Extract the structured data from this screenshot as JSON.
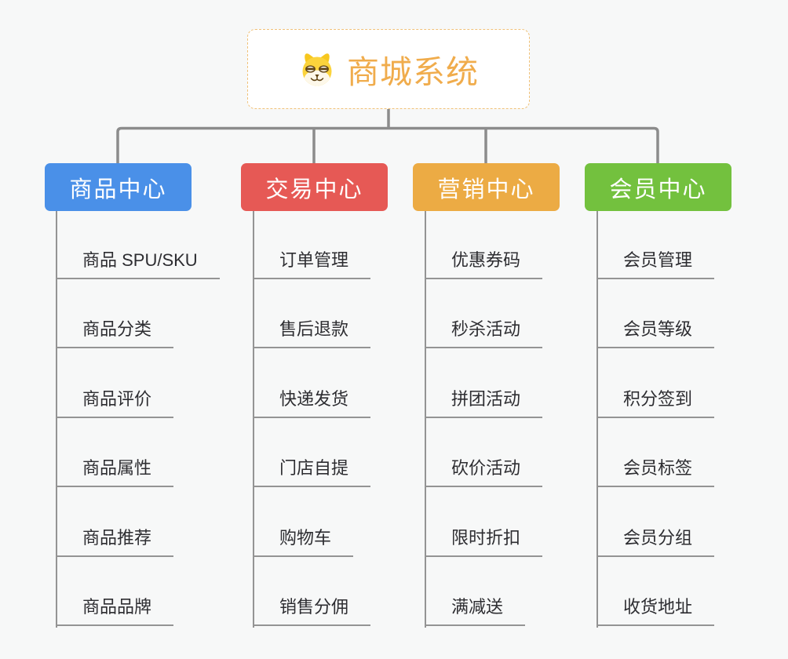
{
  "root": {
    "title": "商城系统",
    "icon": "dog-face"
  },
  "branches": [
    {
      "label": "商品中心",
      "color": "#4a90e8",
      "items": [
        "商品 SPU/SKU",
        "商品分类",
        "商品评价",
        "商品属性",
        "商品推荐",
        "商品品牌"
      ]
    },
    {
      "label": "交易中心",
      "color": "#e65955",
      "items": [
        "订单管理",
        "售后退款",
        "快递发货",
        "门店自提",
        "购物车",
        "销售分佣"
      ]
    },
    {
      "label": "营销中心",
      "color": "#ecab44",
      "items": [
        "优惠券码",
        "秒杀活动",
        "拼团活动",
        "砍价活动",
        "限时折扣",
        "满减送"
      ]
    },
    {
      "label": "会员中心",
      "color": "#73c13e",
      "items": [
        "会员管理",
        "会员等级",
        "积分签到",
        "会员标签",
        "会员分组",
        "收货地址"
      ]
    }
  ],
  "style": {
    "background": "#f7f8f8",
    "connector_color": "#8c8c8c",
    "leaf_line_color": "#949494",
    "leaf_text_color": "#2d2d31",
    "root_text_color": "#f0ac4c",
    "root_border_color": "#f0c178"
  }
}
